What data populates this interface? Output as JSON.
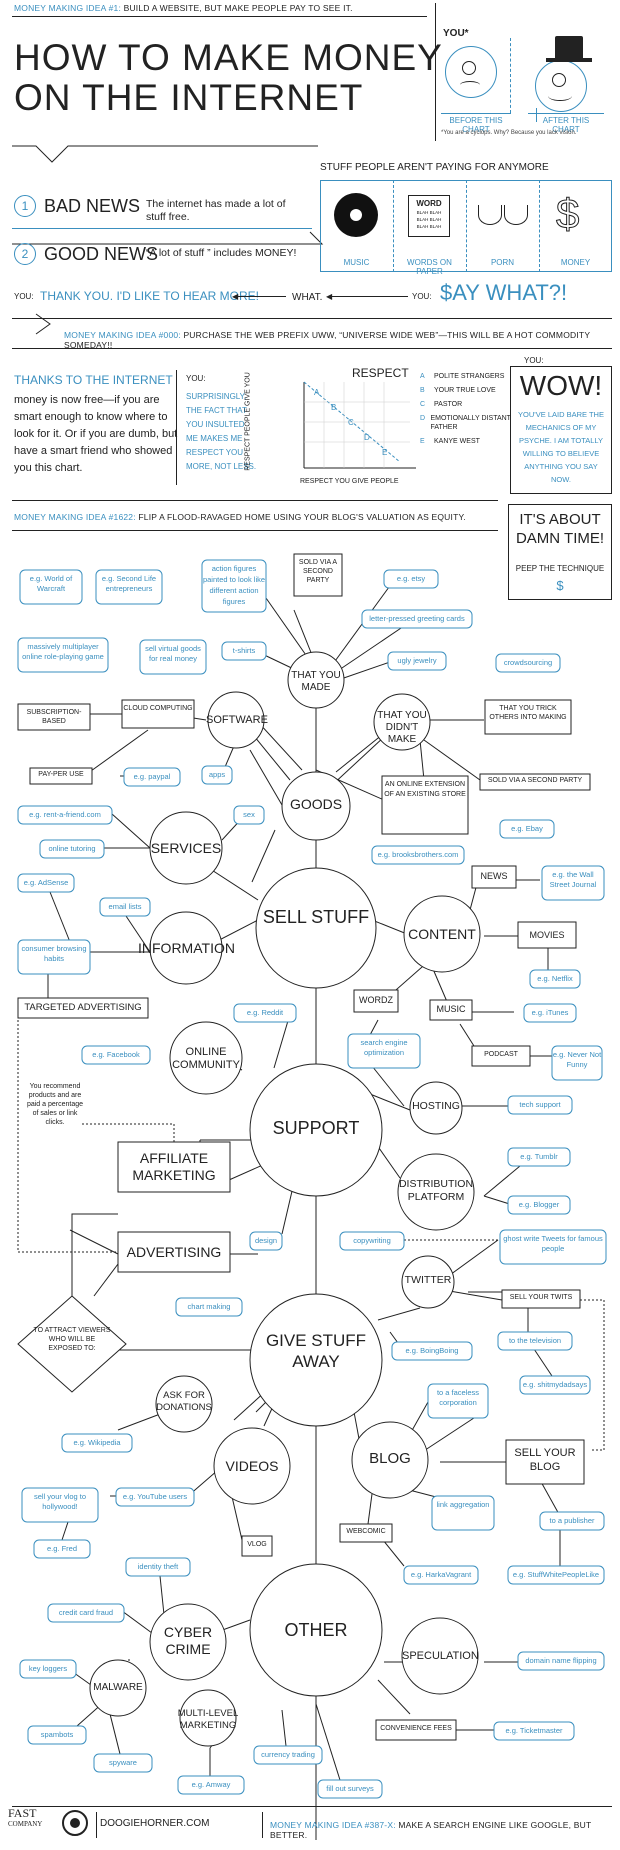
{
  "top_idea": {
    "label": "MONEY MAKING IDEA #1:",
    "text": "BUILD A WEBSITE, BUT MAKE PEOPLE PAY TO SEE IT."
  },
  "title_line1": "HOW TO MAKE MONEY",
  "title_line2": "ON THE INTERNET",
  "you_chart": {
    "you_label": "YOU*",
    "before": "BEFORE THIS CHART",
    "after": "AFTER THIS CHART",
    "footnote": "*You are a cyclops. Why? Because you lack vision."
  },
  "news": {
    "bad_num": "1",
    "bad_title": "BAD NEWS",
    "bad_text": "The internet has made a lot of stuff free.",
    "good_num": "2",
    "good_title": "GOOD NEWS",
    "good_text": "“A lot of stuff ” includes MONEY!"
  },
  "not_paying": {
    "title": "STUFF PEOPLE AREN'T PAYING FOR ANYMORE",
    "items": [
      "MUSIC",
      "WORDS ON PAPER",
      "PORN",
      "MONEY"
    ],
    "paper_word": "WORD",
    "paper_lines": [
      "BLAH BLAH",
      "BLAH BLAH",
      "BLAH BLAH"
    ]
  },
  "dialog": {
    "you1": "YOU:",
    "thanks": "THANK YOU. I'D LIKE TO HEAR MORE!",
    "what": "WHAT.",
    "you2": "YOU:",
    "say_what": "$AY WHAT?!"
  },
  "idea000": {
    "label": "MONEY MAKING IDEA #000:",
    "text": "PURCHASE THE WEB PREFIX UWW, “UNIVERSE WIDE WEB”—THIS WILL BE A HOT COMMODITY SOMEDAY!!"
  },
  "thanks_internet": {
    "title": "THANKS TO THE INTERNET",
    "body": "money is now free—if you are smart enough to know where to look for it. Or if you are dumb, but have a smart friend who showed you this chart."
  },
  "you_respect": {
    "label": "YOU:",
    "text": "SURPRISINGLY, THE FACT THAT YOU INSULTED ME MAKES ME RESPECT YOU MORE, NOT LESS."
  },
  "respect_chart": {
    "title": "RESPECT",
    "ylabel": "RESPECT PEOPLE GIVE YOU",
    "xlabel": "RESPECT YOU GIVE PEOPLE",
    "points": [
      "A",
      "B",
      "C",
      "D",
      "E"
    ],
    "legend": [
      {
        "k": "A",
        "v": "POLITE STRANGERS"
      },
      {
        "k": "B",
        "v": "YOUR TRUE LOVE"
      },
      {
        "k": "C",
        "v": "PASTOR"
      },
      {
        "k": "D",
        "v": "EMOTIONALLY DISTANT FATHER"
      },
      {
        "k": "E",
        "v": "KANYE WEST"
      }
    ]
  },
  "wow": {
    "you": "YOU:",
    "title": "WOW!",
    "text": "YOU'VE LAID BARE THE MECHANICS OF MY PSYCHE. I AM TOTALLY WILLING TO BELIEVE ANYTHING YOU SAY NOW."
  },
  "idea1622": {
    "label": "MONEY MAKING IDEA #1622:",
    "text": "FLIP A FLOOD-RAVAGED HOME USING YOUR BLOG'S VALUATION AS EQUITY."
  },
  "damn": {
    "title": "IT'S ABOUT DAMN TIME!",
    "sub": "PEEP THE TECHNIQUE",
    "sym": "$"
  },
  "map": {
    "sell_stuff": "SELL STUFF",
    "goods": "GOODS",
    "that_you_made": "THAT YOU MADE",
    "that_you_didnt": "THAT YOU DIDN'T MAKE",
    "software": "SOFTWARE",
    "services": "SERVICES",
    "information": "INFORMATION",
    "content": "CONTENT",
    "support": "SUPPORT",
    "online_community": "ONLINE COMMUNITY",
    "hosting": "HOSTING",
    "distribution": "DISTRIBUTION PLATFORM",
    "give_away": "GIVE STUFF AWAY",
    "twitter": "TWITTER",
    "blog": "BLOG",
    "videos": "VIDEOS",
    "ask_donations": "ASK FOR DONATIONS",
    "other": "OTHER",
    "cyber_crime": "CYBER CRIME",
    "malware": "MALWARE",
    "speculation": "SPECULATION",
    "multi_level": "MULTI-LEVEL MARKETING",
    "affiliate": "AFFILIATE MARKETING",
    "advertising": "ADVERTISING",
    "targeted": "TARGETED ADVERTISING",
    "to_attract": "TO ATTRACT VIEWERS WHO WILL BE EXPOSED TO:",
    "affiliate_note": "You recommend products and are paid a percentage of sales or link clicks.",
    "sold_via_2nd": "SOLD VIA A SECOND PARTY",
    "sold_via_2nd_b": "SOLD VIA A SECOND PARTY",
    "trick_others": "THAT YOU TRICK OTHERS INTO MAKING",
    "online_ext": "AN ONLINE EXTENSION OF AN EXISTING STORE",
    "sub_based": "SUBSCRIPTION-BASED",
    "cloud": "CLOUD COMPUTING",
    "ppu": "PAY-PER USE",
    "news": "NEWS",
    "movies": "MOVIES",
    "wordz": "WORDZ",
    "music": "MUSIC",
    "podcast": "PODCAST",
    "sell_twits": "SELL YOUR TWITS",
    "sell_blog": "SELL YOUR BLOG",
    "webcomic": "WEBCOMIC",
    "vlog": "VLOG",
    "convenience": "CONVENIENCE FEES",
    "b": {
      "wow": "e.g. World of Warcraft",
      "sl": "e.g. Second Life entrepreneurs",
      "action": "action figures painted to look like different action figures",
      "etsy": "e.g. etsy",
      "letter": "letter-pressed greeting cards",
      "tshirts": "t-shirts",
      "ugly": "ugly jewelry",
      "mmo": "massively multiplayer online role-playing game",
      "virtual": "sell virtual goods for real money",
      "crowd": "crowdsourcing",
      "paypal": "e.g. paypal",
      "apps": "apps",
      "ebay": "e.g. Ebay",
      "brooks": "e.g. brooksbrothers.com",
      "rent": "e.g. rent-a-friend.com",
      "sex": "sex",
      "tutoring": "online tutoring",
      "adsense": "e.g. AdSense",
      "email": "email lists",
      "consumer": "consumer browsing habits",
      "wsj": "e.g. the Wall Street Journal",
      "netflix": "e.g. Netflix",
      "itunes": "e.g. iTunes",
      "never": "e.g. Never Not Funny",
      "reddit": "e.g. Reddit",
      "facebook": "e.g. Facebook",
      "seo": "search engine optimization",
      "tech": "tech support",
      "tumblr": "e.g. Tumblr",
      "blogger": "e.g. Blogger",
      "design": "design",
      "ghost": "ghost write Tweets for famous people",
      "copywriting": "copywriting",
      "chart": "chart making",
      "tv": "to the television",
      "shit": "e.g. shitmydadsays",
      "boing": "e.g. BoingBoing",
      "faceless": "to a faceless corporation",
      "link": "link aggregation",
      "harka": "e.g. HarkaVagrant",
      "publisher": "to a publisher",
      "swpl": "e.g. StuffWhitePeopleLike",
      "wiki": "e.g. Wikipedia",
      "vlog_hw": "sell your vlog to hollywood!",
      "yt": "e.g. YouTube users",
      "fred": "e.g. Fred",
      "identity": "identity theft",
      "cc": "credit card fraud",
      "key": "key loggers",
      "spam": "spambots",
      "spy": "spyware",
      "amway": "e.g. Amway",
      "currency": "currency trading",
      "surveys": "fill out surveys",
      "domain": "domain name flipping",
      "ticket": "e.g. Ticketmaster"
    }
  },
  "footer": {
    "logo_top": "FAST",
    "logo_bottom": "COMPANY",
    "site": "DOOGIEHORNER.COM",
    "label": "MONEY MAKING IDEA #387-X:",
    "text": "MAKE A SEARCH ENGINE LIKE GOOGLE, BUT BETTER."
  },
  "colors": {
    "accent": "#3a8fbf",
    "ink": "#222222"
  }
}
